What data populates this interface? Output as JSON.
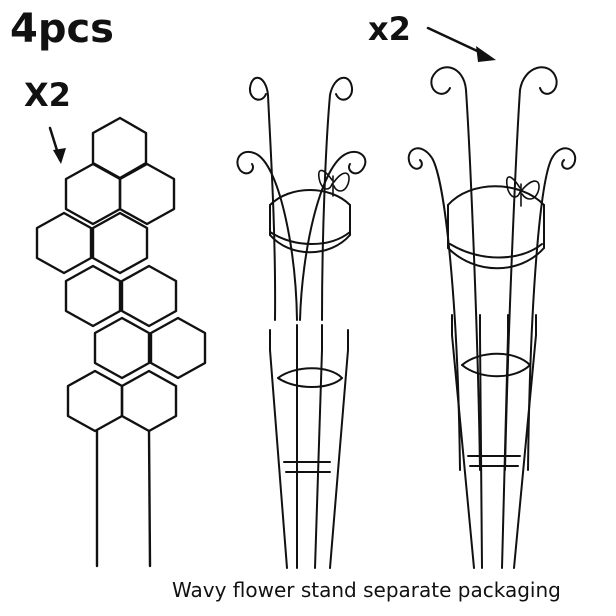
{
  "title": "4pcs",
  "honeycomb": {
    "qty_label": "X2"
  },
  "tall_trellis": {
    "qty_label": "x2"
  },
  "caption": "Wavy flower stand separate packaging",
  "colors": {
    "line": "#111111",
    "background": "#ffffff"
  }
}
